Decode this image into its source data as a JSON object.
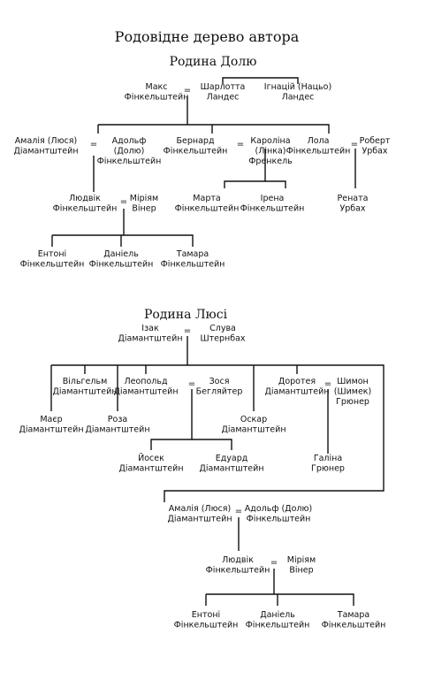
{
  "title": "Родовідне дерево автора",
  "sections": {
    "dolyu": "Родина Долю",
    "lyusi": "Родина Люсі"
  },
  "eq": "=",
  "people": {
    "maks": [
      "Макс",
      "Фінкельштейн"
    ],
    "sharlotta": [
      "Шарлотта",
      "Ландес"
    ],
    "ignatsiy": [
      "Ігнацій (Нацьо)",
      "Ландес"
    ],
    "amaliya1": [
      "Амалія (Люся)",
      "Діамантштейн"
    ],
    "adolf1": [
      "Адольф",
      "(Долю)",
      "Фінкельштейн"
    ],
    "bernard": [
      "Бернард",
      "Фінкельштейн"
    ],
    "karolina": [
      "Кароліна",
      "(Лінка)",
      "Френкель"
    ],
    "lola": [
      "Лола",
      "Фінкельштейн"
    ],
    "robert": [
      "Роберт",
      "Урбах"
    ],
    "lyudvik1": [
      "Людвік",
      "Фінкельштейн"
    ],
    "miriam1": [
      "Міріям",
      "Вінер"
    ],
    "marta": [
      "Марта",
      "Фінкельштейн"
    ],
    "irena": [
      "Ірена",
      "Фінкельштейн"
    ],
    "renata": [
      "Рената",
      "Урбах"
    ],
    "entoni1": [
      "Ентоні",
      "Фінкельштейн"
    ],
    "daniel1": [
      "Даніель",
      "Фінкельштейн"
    ],
    "tamara1": [
      "Тамара",
      "Фінкельштейн"
    ],
    "izak": [
      "Ізак",
      "Діамантштейн"
    ],
    "sluva": [
      "Слува",
      "Штернбах"
    ],
    "vilgelm": [
      "Вільгельм",
      "Діамантштейн"
    ],
    "leopold": [
      "Леопольд",
      "Діамантштейн"
    ],
    "zosya": [
      "Зося",
      "Бегляйтер"
    ],
    "dorotea": [
      "Доротея",
      "Діамантштейн"
    ],
    "shimon": [
      "Шимон",
      "(Шимек)",
      "Грюнер"
    ],
    "maer": [
      "Маєр",
      "Діамантштейн"
    ],
    "roza": [
      "Роза",
      "Діамантштейн"
    ],
    "oskar": [
      "Оскар",
      "Діамантштейн"
    ],
    "yosek": [
      "Йосек",
      "Діамантштейн"
    ],
    "eduard": [
      "Едуард",
      "Діамантштейн"
    ],
    "galina": [
      "Галіна",
      "Грюнер"
    ],
    "amaliya2": [
      "Амалія (Люся)",
      "Діамантштейн"
    ],
    "adolf2": [
      "Адольф (Долю)",
      "Фінкельштейн"
    ],
    "lyudvik2": [
      "Людвік",
      "Фінкельштейн"
    ],
    "miriam2": [
      "Міріям",
      "Вінер"
    ],
    "entoni2": [
      "Ентоні",
      "Фінкельштейн"
    ],
    "daniel2": [
      "Даніель",
      "Фінкельштейн"
    ],
    "tamara2": [
      "Тамара",
      "Фінкельштейн"
    ]
  }
}
